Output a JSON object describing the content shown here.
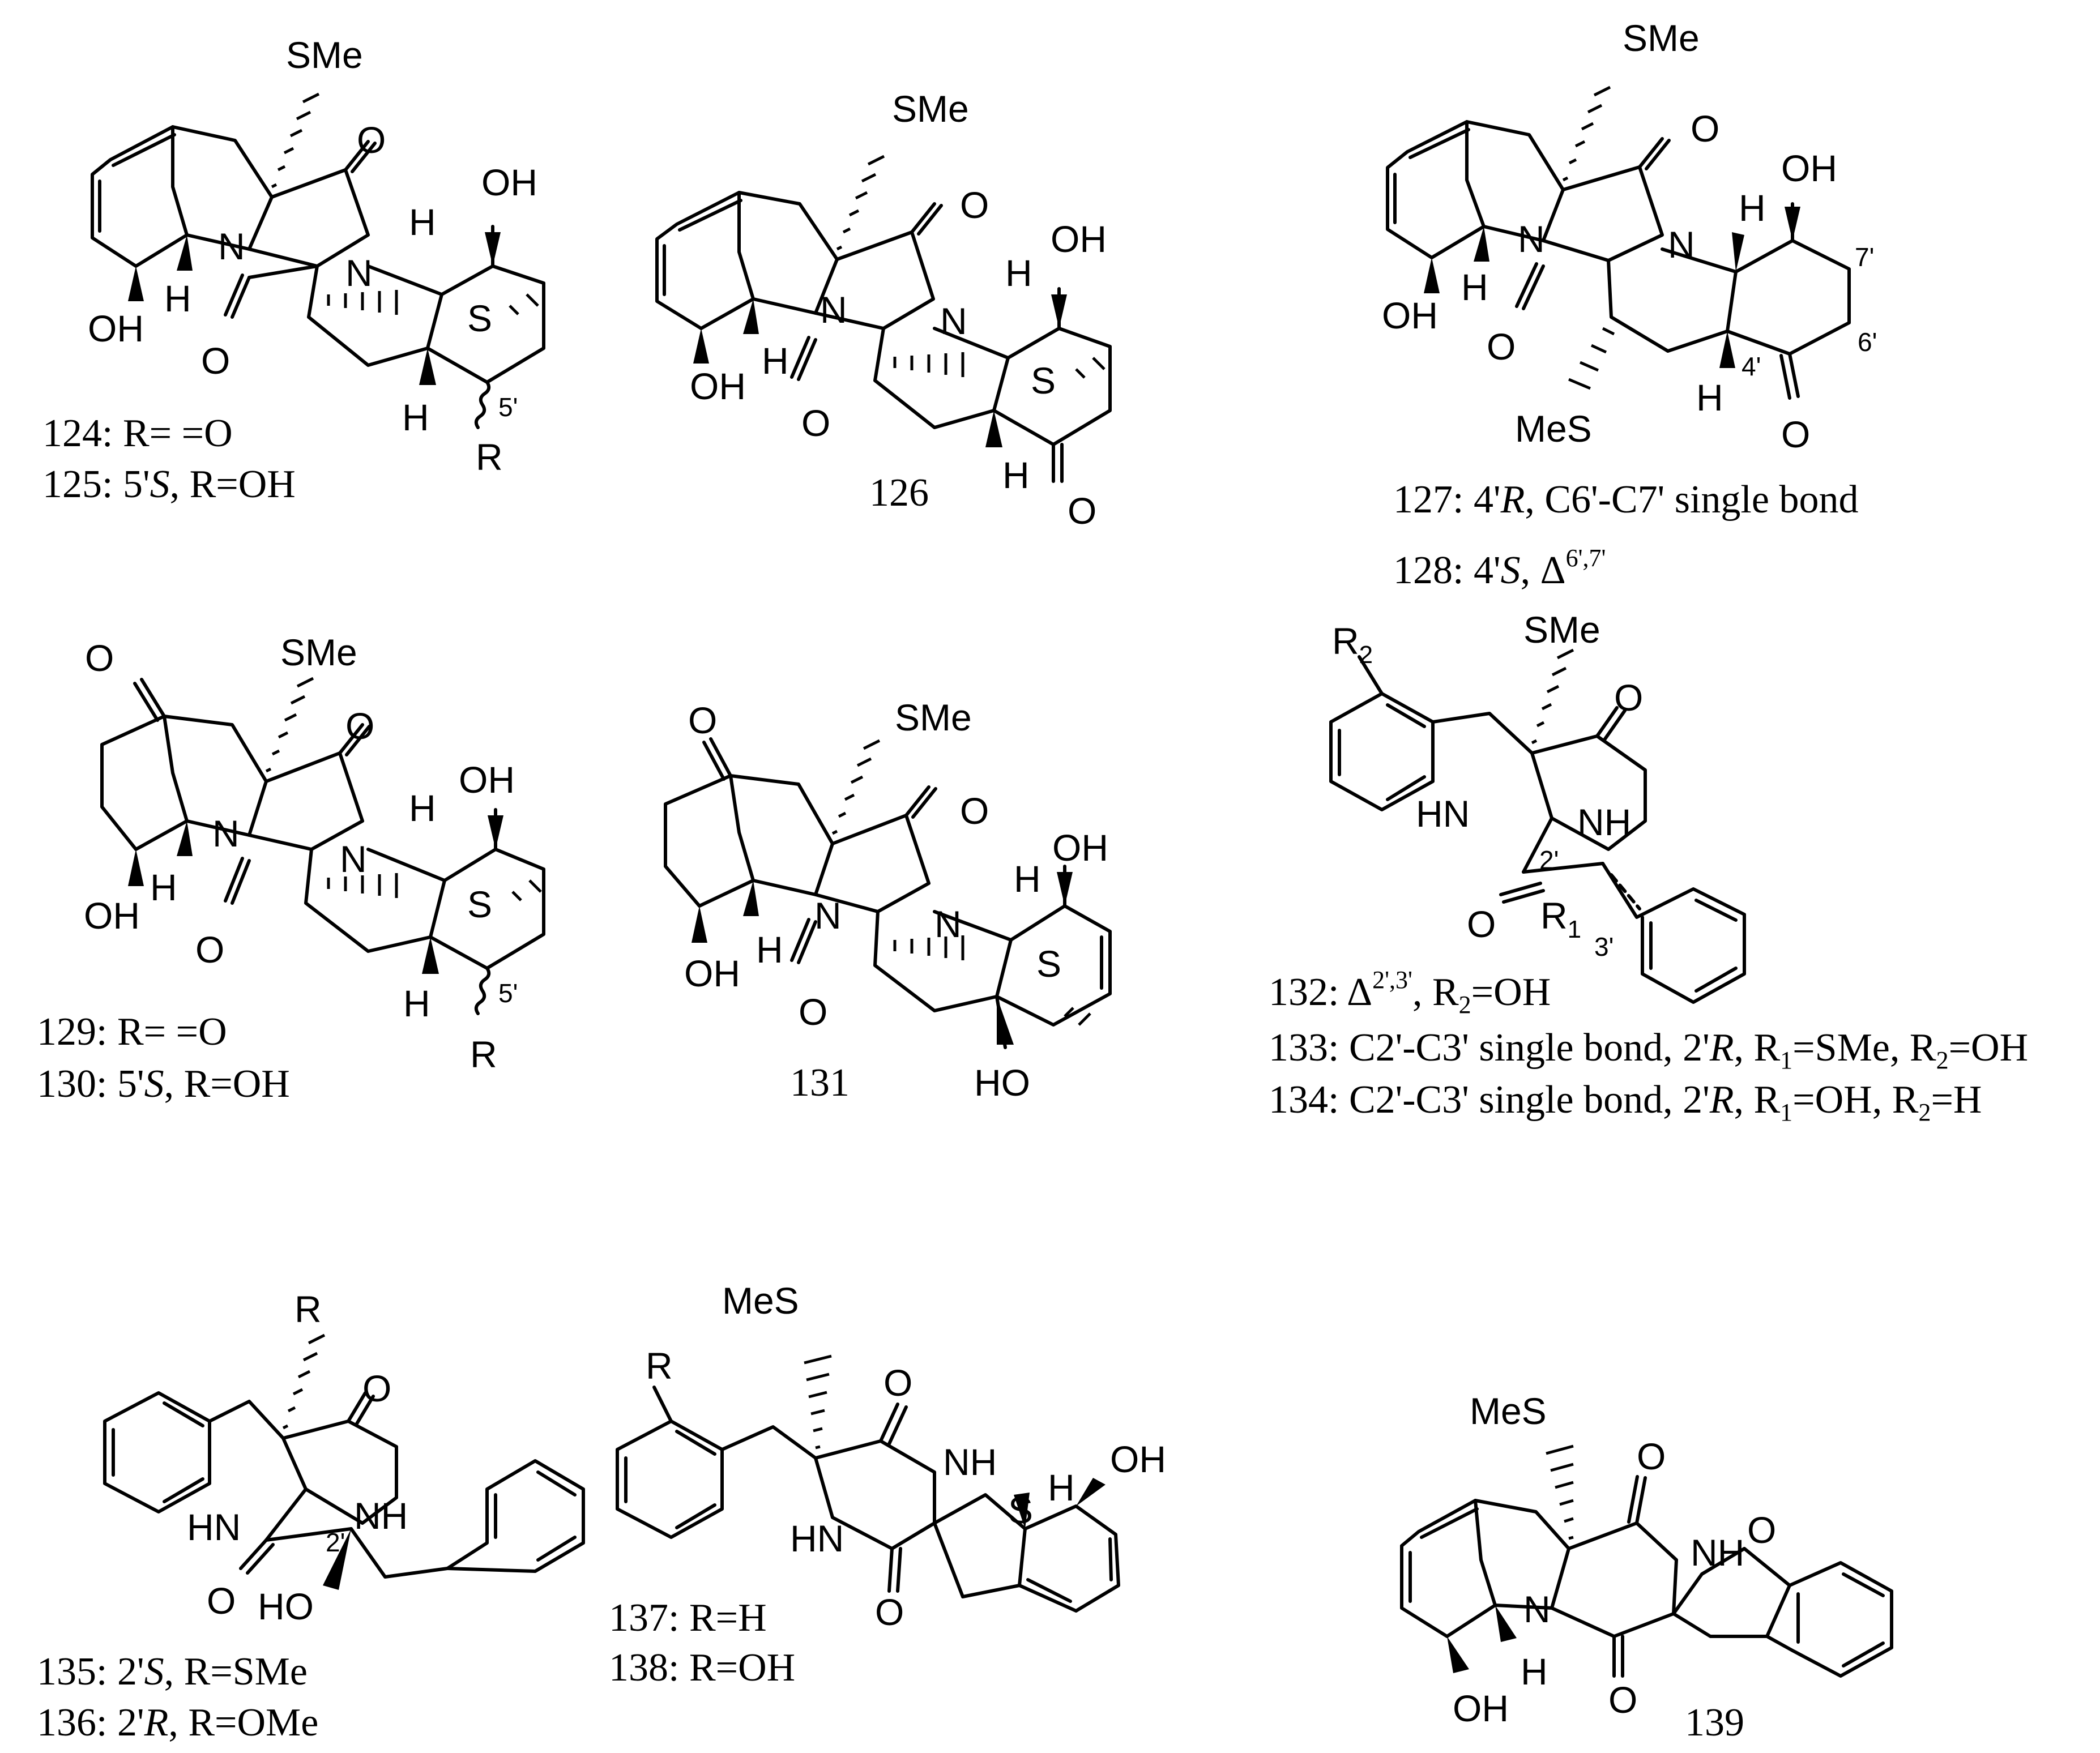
{
  "labels": {
    "sme": "SMe",
    "mes": "MeS",
    "o": "O",
    "oh": "OH",
    "ho": "HO",
    "h": "H",
    "n": "N",
    "s": "S",
    "nh": "NH",
    "hn": "HN",
    "r": "R",
    "r1_base": "R",
    "r1_sub": "1",
    "r2_base": "R",
    "r2_sub": "2"
  },
  "locants": {
    "c5p": "5'",
    "c4p": "4'",
    "c6p": "6'",
    "c7p": "7'",
    "c2p": "2'",
    "c3p": "3'"
  },
  "compounds": {
    "c124": "124: R= =O",
    "c125_pre": "125: 5'",
    "c125_it": "S",
    "c125_post": ", R=OH",
    "c126": "126",
    "c127_pre": "127: 4'",
    "c127_it": "R",
    "c127_post": ", C6'-C7' single bond",
    "c128_pre": "128: 4'",
    "c128_it": "S",
    "c128_mid": ", Δ",
    "c128_sup": "6',7'",
    "c129": "129: R= =O",
    "c130_pre": "130: 5'",
    "c130_it": "S",
    "c130_post": ", R=OH",
    "c131": "131",
    "c132_pre": "132: Δ",
    "c132_sup": "2',3'",
    "c132_mid": ", R",
    "c132_sub": "2",
    "c132_post": "=OH",
    "c133_pre": "133: C2'-C3' single bond, 2'",
    "c133_it": "R",
    "c133_r1": ", R",
    "c133_r1sub": "1",
    "c133_r1val": "=SMe, R",
    "c133_r2sub": "2",
    "c133_r2val": "=OH",
    "c134_pre": "134: C2'-C3' single bond, 2'",
    "c134_it": "R",
    "c134_r1": ", R",
    "c134_r1sub": "1",
    "c134_r1val": "=OH, R",
    "c134_r2sub": "2",
    "c134_r2val": "=H",
    "c135_pre": "135: 2'",
    "c135_it": "S",
    "c135_post": ", R=SMe",
    "c136_pre": "136: 2'",
    "c136_it": "R",
    "c136_post": ", R=OMe",
    "c137": "137: R=H",
    "c138": "138: R=OH",
    "c139": "139"
  }
}
